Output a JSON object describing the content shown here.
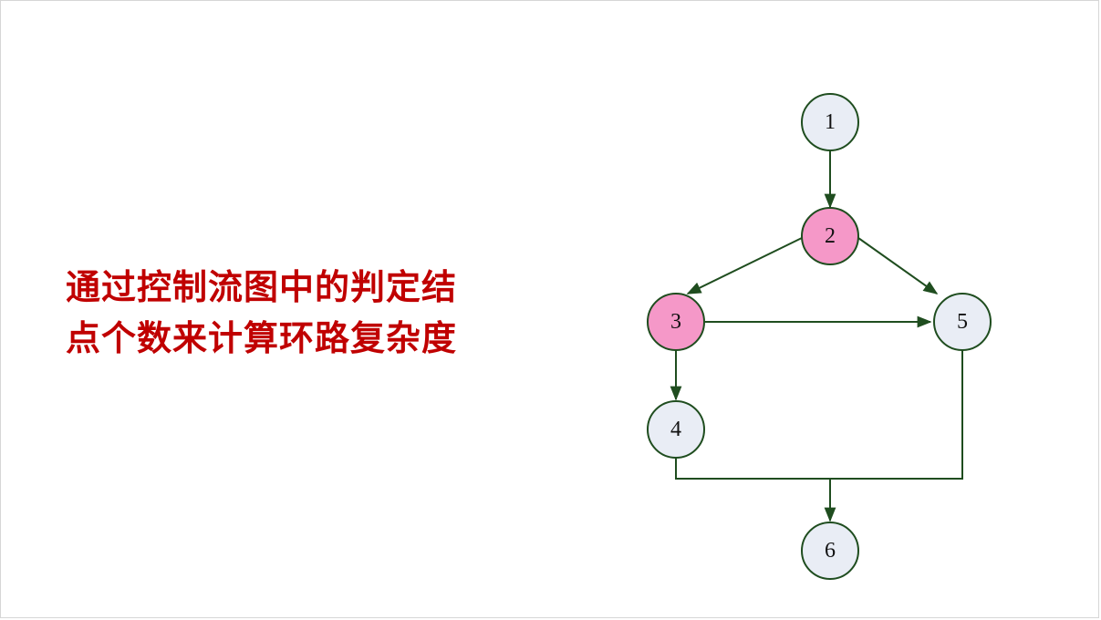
{
  "caption": {
    "line1": "通过控制流图中的判定结",
    "line2": "点个数来计算环路复杂度"
  },
  "graph": {
    "nodes": [
      {
        "id": "1",
        "label": "1",
        "kind": "normal"
      },
      {
        "id": "2",
        "label": "2",
        "kind": "decision"
      },
      {
        "id": "3",
        "label": "3",
        "kind": "decision"
      },
      {
        "id": "4",
        "label": "4",
        "kind": "normal"
      },
      {
        "id": "5",
        "label": "5",
        "kind": "normal"
      },
      {
        "id": "6",
        "label": "6",
        "kind": "normal"
      }
    ],
    "edges": [
      {
        "from": "1",
        "to": "2"
      },
      {
        "from": "2",
        "to": "3"
      },
      {
        "from": "2",
        "to": "5"
      },
      {
        "from": "3",
        "to": "5"
      },
      {
        "from": "3",
        "to": "4"
      },
      {
        "from": "4",
        "to": "6"
      },
      {
        "from": "5",
        "to": "6"
      }
    ],
    "colors": {
      "normal_fill": "#e9edf5",
      "decision_fill": "#f598c8",
      "stroke": "#1f4d1f",
      "edge": "#1f4d1f"
    }
  }
}
